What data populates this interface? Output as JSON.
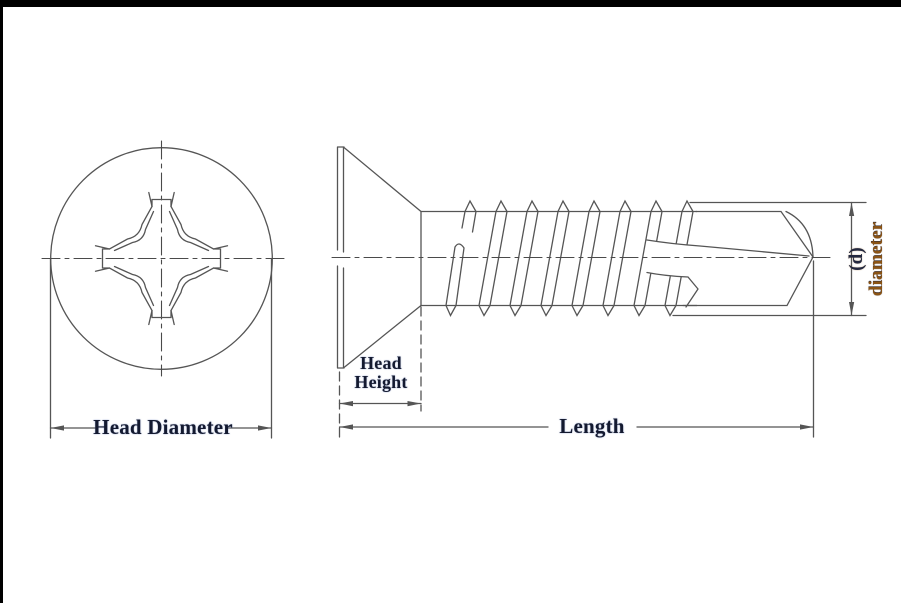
{
  "figure": {
    "title": "countersunk phillips self-drilling screw technical drawing",
    "labels": {
      "head_diameter": "Head Diameter",
      "head_height_line1": "Head",
      "head_height_line2": "Height",
      "length": "Length",
      "d": "(d)",
      "diameter": "diameter"
    },
    "colors": {
      "background": "#ffffff",
      "drawing_line": "#555555",
      "centerline": "#4a4a4a",
      "label_text": "#141a30",
      "diameter_label_text": "#8a5314",
      "border": "#000000"
    }
  }
}
